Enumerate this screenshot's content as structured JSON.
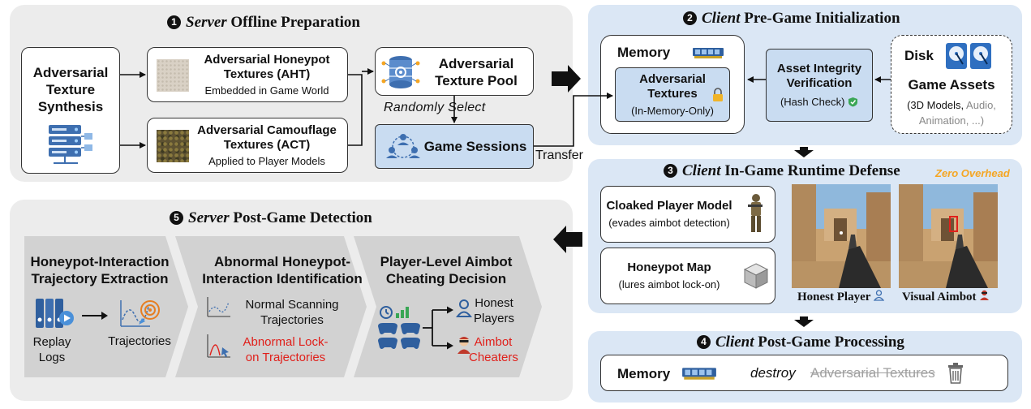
{
  "p1": {
    "num": "1",
    "title_em": "Server",
    "title_rest": "Offline Preparation",
    "synthesis": "Adversarial Texture Synthesis",
    "aht_title": "Adversarial Honeypot Textures (AHT)",
    "aht_sub": "Embedded in Game World",
    "act_title": "Adversarial Camouflage Textures (ACT)",
    "act_sub": "Applied to Player Models",
    "pool": "Adversarial Texture Pool",
    "select": "Randomly Select",
    "sessions": "Game Sessions",
    "transfer": "Transfer"
  },
  "p2": {
    "num": "2",
    "title_em": "Client",
    "title_rest": "Pre-Game Initialization",
    "memory": "Memory",
    "adv_textures": "Adversarial Textures",
    "in_memory": "(In-Memory-Only)",
    "verify": "Asset Integrity Verification",
    "hash": "(Hash Check)",
    "disk": "Disk",
    "assets": "Game Assets",
    "assets_detail_a": "(3D Models, ",
    "assets_detail_b": "Audio,",
    "assets_detail_c": "Animation, ...)"
  },
  "p3": {
    "num": "3",
    "title_em": "Client",
    "title_rest": "In-Game Runtime Defense",
    "zero": "Zero Overhead",
    "cloaked": "Cloaked Player Model",
    "cloaked_sub": "(evades aimbot detection)",
    "honeypot": "Honeypot Map",
    "honeypot_sub": "(lures aimbot lock-on)",
    "honest": "Honest Player",
    "aimbot": "Visual Aimbot"
  },
  "p4": {
    "num": "4",
    "title_em": "Client",
    "title_rest": "Post-Game Processing",
    "memory": "Memory",
    "destroy": "destroy",
    "struck": "Adversarial Textures"
  },
  "p5": {
    "num": "5",
    "title_em": "Server",
    "title_rest": "Post-Game Detection",
    "stage1": "Honeypot-Interaction Trajectory Extraction",
    "replay": "Replay Logs",
    "traj": "Trajectories",
    "stage2": "Abnormal Honeypot-Interaction Identification",
    "normal": "Normal Scanning Trajectories",
    "abnormal": "Abnormal Lock-on Trajectories",
    "stage3": "Player-Level Aimbot Cheating Decision",
    "honest_players": "Honest Players",
    "cheaters": "Aimbot Cheaters"
  },
  "icons": {
    "server": "server-rack-icon",
    "db": "database-gear-icon",
    "people": "people-network-icon",
    "ram": "ram-stick-icon",
    "hdd": "hard-drive-icon",
    "lock": "padlock-icon",
    "check": "shield-check-icon",
    "cube": "cube-icon",
    "trash": "trash-icon",
    "replay": "binder-play-icon",
    "target": "target-trajectory-icon",
    "gamepads": "gamepads-icon",
    "user": "user-icon",
    "villain": "masked-user-icon"
  },
  "colors": {
    "grey_panel": "#ececec",
    "blue_panel": "#dbe7f5",
    "blue_box": "#c9dcf1",
    "red": "#e0201b",
    "orange": "#f5a623"
  }
}
